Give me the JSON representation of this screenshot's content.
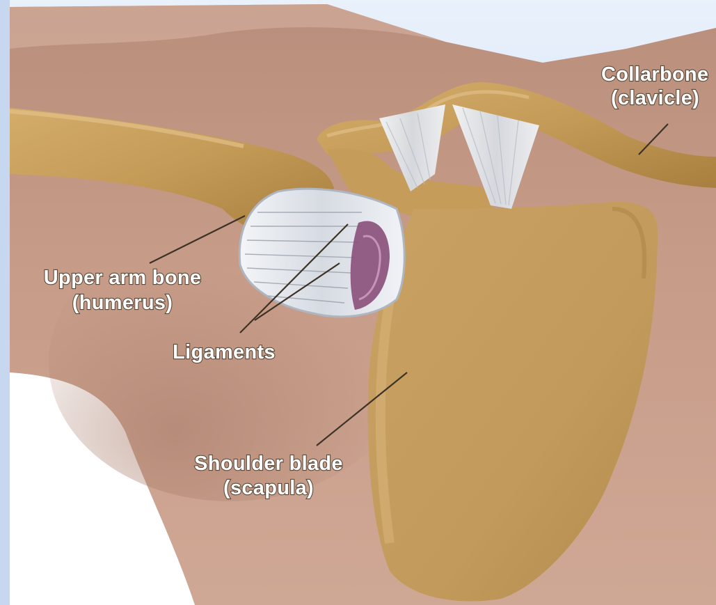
{
  "labels": {
    "collarbone": {
      "line1": "Collarbone",
      "line2": "(clavicle)"
    },
    "upper_arm": {
      "line1": "Upper arm bone",
      "line2": "(humerus)"
    },
    "ligaments": {
      "line1": "Ligaments"
    },
    "shoulder_blade": {
      "line1": "Shoulder blade",
      "line2": "(scapula)"
    }
  },
  "colors": {
    "skin": "#c69a86",
    "bone": "#c9a05c",
    "ligament": "#e6e9ee",
    "capsule_inner": "#8a4f7a"
  }
}
